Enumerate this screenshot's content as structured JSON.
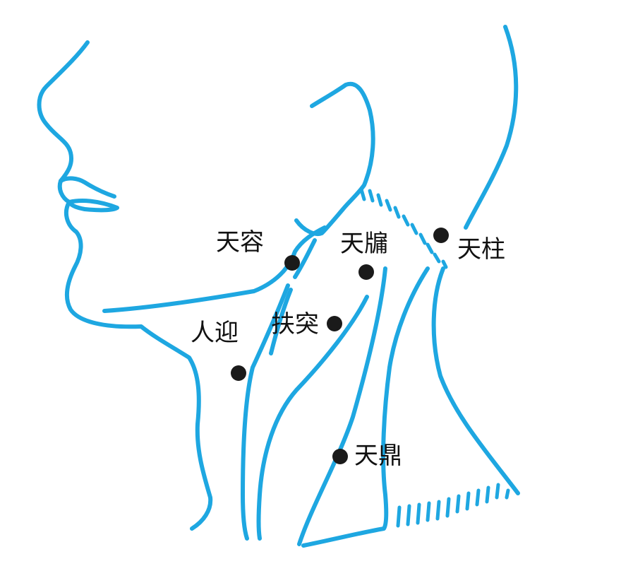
{
  "colors": {
    "outline": "#1ea7e1",
    "point": "#1a1a1a",
    "text": "#111111"
  },
  "points": [
    {
      "id": "tianrong",
      "label": "天容"
    },
    {
      "id": "tianyou",
      "label": "天牖"
    },
    {
      "id": "tianzhu",
      "label": "天柱"
    },
    {
      "id": "futu",
      "label": "扶突"
    },
    {
      "id": "renying",
      "label": "人迎"
    },
    {
      "id": "tianding",
      "label": "天鼎"
    }
  ]
}
